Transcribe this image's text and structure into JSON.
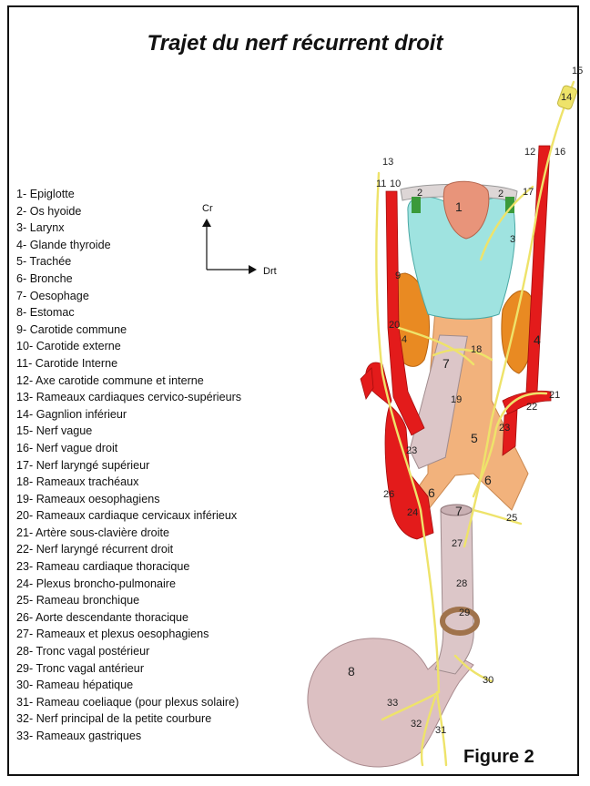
{
  "title": "Trajet du nerf récurrent droit",
  "figure_label": "Figure 2",
  "orientation": {
    "cranial": "Cr",
    "right": "Drt"
  },
  "legend": [
    "1- Epiglotte",
    "2- Os hyoide",
    "3- Larynx",
    "4- Glande thyroide",
    "5- Trachée",
    "6- Bronche",
    "7- Oesophage",
    "8- Estomac",
    "9- Carotide commune",
    "10- Carotide externe",
    "11- Carotide Interne",
    "12- Axe carotide commune et interne",
    "13- Rameaux cardiaques cervico-supérieurs",
    "14- Gagnlion inférieur",
    "15- Nerf vague",
    "16- Nerf vague droit",
    "17- Nerf laryngé supérieur",
    "18- Rameaux trachéaux",
    "19- Rameaux oesophagiens",
    "20- Rameaux cardiaque cervicaux inférieux",
    "21- Artère sous-clavière droite",
    "22- Nerf laryngé récurrent droit",
    "23- Rameau cardiaque thoracique",
    "24- Plexus broncho-pulmonaire",
    "25- Rameau bronchique",
    "26- Aorte descendante thoracique",
    "27- Rameaux et plexus oesophagiens",
    "28- Tronc vagal postérieur",
    "29- Tronc vagal antérieur",
    "30- Rameau hépatique",
    "31- Rameau coeliaque (pour plexus solaire)",
    "32- Nerf principal de la petite courbure",
    "33- Rameaux gastriques"
  ],
  "markers": {
    "m1": "1",
    "m2a": "2",
    "m2b": "2",
    "m3": "3",
    "m4a": "4",
    "m4b": "4",
    "m5": "5",
    "m6a": "6",
    "m6b": "6",
    "m7a": "7",
    "m7b": "7",
    "m8": "8",
    "m9": "9",
    "m10": "10",
    "m11": "11",
    "m12": "12",
    "m13": "13",
    "m14": "14",
    "m15": "15",
    "m16": "16",
    "m17": "17",
    "m18": "18",
    "m19": "19",
    "m20": "20",
    "m21": "21",
    "m22": "22",
    "m23a": "23",
    "m23b": "23",
    "m24": "24",
    "m25": "25",
    "m26": "26",
    "m27": "27",
    "m28": "28",
    "m29": "29",
    "m30": "30",
    "m31": "31",
    "m32": "32",
    "m33": "33"
  },
  "colors": {
    "artery": "#e31b1b",
    "nerve": "#eee36a",
    "larynx": "#9fe3e0",
    "thyroid": "#e98a22",
    "trachea": "#f2b27c",
    "esophagus": "#dcc6c8",
    "epiglottis": "#e8947a",
    "stomach": "#dcc0c2"
  }
}
